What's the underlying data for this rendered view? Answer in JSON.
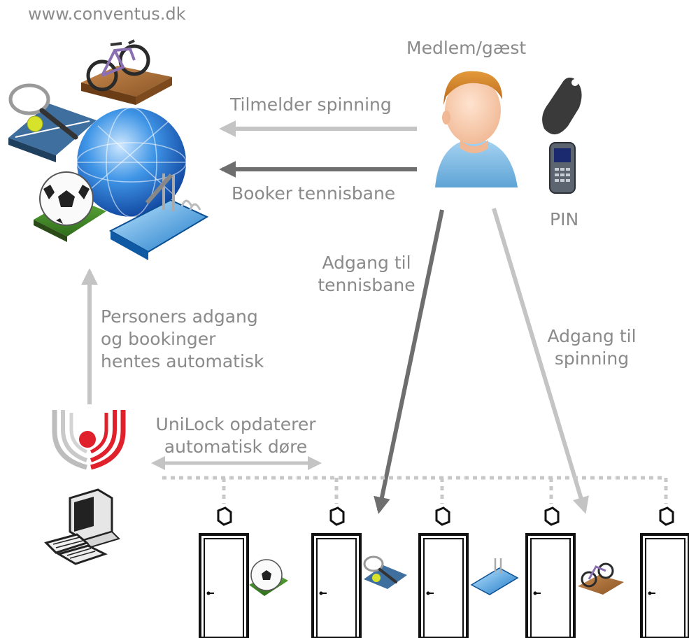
{
  "site_url": "www.conventus.dk",
  "member_label": "Medlem/gæst",
  "pin_label": "PIN",
  "arrows": {
    "signup_spinning": "Tilmelder spinning",
    "book_tennis": "Booker tennisbane",
    "access_tennis_line1": "Adgang til",
    "access_tennis_line2": "tennisbane",
    "access_spinning_line1": "Adgang til",
    "access_spinning_line2": "spinning",
    "fetch_line1": "Personers adgang",
    "fetch_line2": "og bookinger",
    "fetch_line3": "hentes automatisk",
    "unilock_line1": "UniLock opdaterer",
    "unilock_line2": "automatisk døre"
  },
  "colors": {
    "text": "#8a8a8a",
    "light_arrow": "#c4c4c4",
    "dark_arrow": "#6e6e6e",
    "logo_red": "#e0202a",
    "globe_blue": "#2f7fd6"
  },
  "doors": [
    {
      "facility": "football"
    },
    {
      "facility": "tennis"
    },
    {
      "facility": "swimming-pool"
    },
    {
      "facility": "cycling"
    },
    {
      "facility": "none"
    }
  ]
}
